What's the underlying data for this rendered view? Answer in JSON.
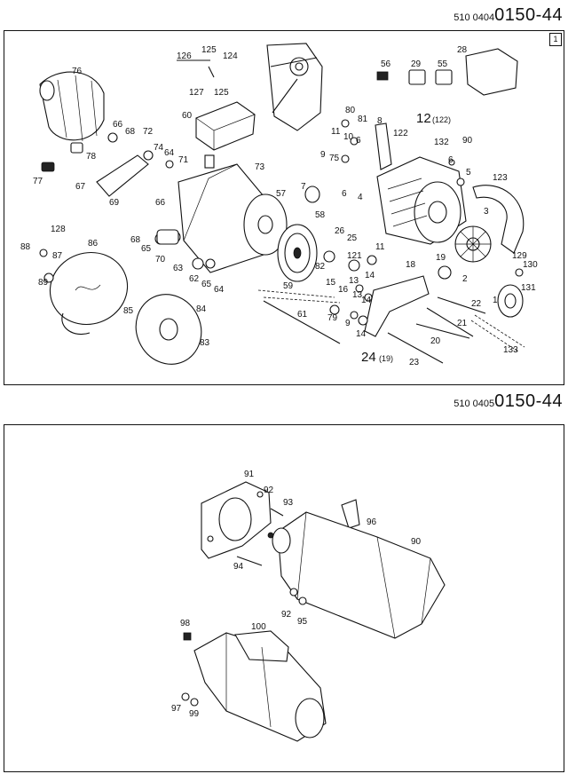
{
  "header_top": {
    "code": "510 0404",
    "number": "0150-44"
  },
  "header_bottom": {
    "code": "510 0405",
    "number": "0150-44"
  },
  "panel_top": {
    "sheet": "1",
    "labels": [
      "126",
      "125",
      "124",
      "127",
      "125",
      "56",
      "29",
      "55",
      "28",
      "76",
      "60",
      "80",
      "81",
      "8",
      "12",
      "(122)",
      "66",
      "68",
      "72",
      "11",
      "10",
      "6",
      "122",
      "132",
      "90",
      "74",
      "64",
      "71",
      "9",
      "75",
      "6",
      "5",
      "77",
      "78",
      "67",
      "73",
      "7",
      "6",
      "4",
      "123",
      "69",
      "57",
      "66",
      "58",
      "3",
      "128",
      "86",
      "26",
      "25",
      "11",
      "88",
      "87",
      "68",
      "65",
      "70",
      "82",
      "121",
      "18",
      "19",
      "129",
      "130",
      "89",
      "63",
      "62",
      "65",
      "64",
      "15",
      "16",
      "13",
      "14",
      "2",
      "131",
      "59",
      "13",
      "14",
      "22",
      "85",
      "84",
      "79",
      "9",
      "61",
      "21",
      "83",
      "14",
      "20",
      "24",
      "(19)",
      "23",
      "133",
      "1"
    ]
  },
  "panel_bottom": {
    "labels": [
      "91",
      "92",
      "93",
      "96",
      "90",
      "94",
      "92",
      "95",
      "98",
      "100",
      "97",
      "99"
    ]
  }
}
